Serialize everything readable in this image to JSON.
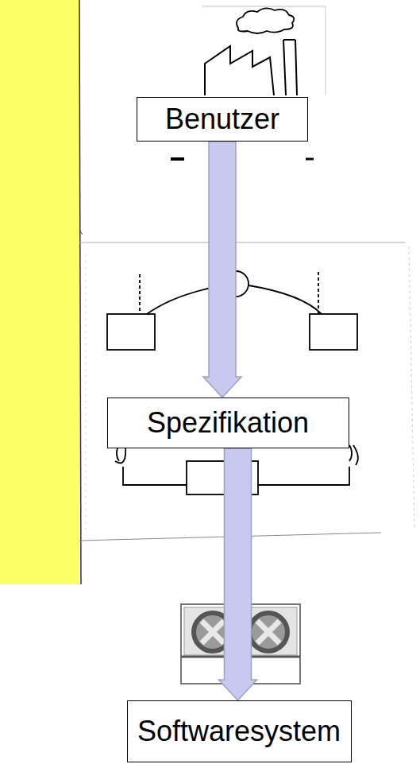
{
  "diagram": {
    "nodes": [
      {
        "text": [
          "Benutzer"
        ]
      },
      {
        "text": [
          "Spezifikation"
        ]
      },
      {
        "text": [
          "Softwaresystem"
        ]
      }
    ],
    "edges": [
      {
        "from": 0,
        "to": 1,
        "arrow": "to"
      },
      {
        "from": 1,
        "to": 2,
        "arrow": "to"
      }
    ]
  }
}
